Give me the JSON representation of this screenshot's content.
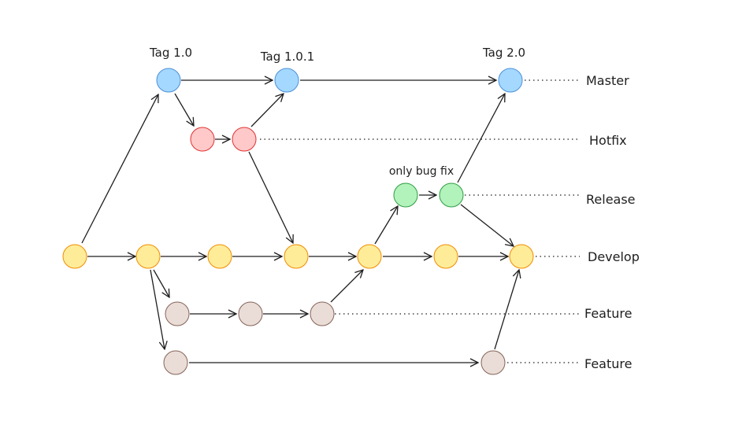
{
  "branches": {
    "master": "Master",
    "hotfix": "Hotfix",
    "release": "Release",
    "develop": "Develop",
    "feature_1": "Feature",
    "feature_2": "Feature"
  },
  "tags": {
    "tag_1_0": "Tag 1.0",
    "tag_1_0_1": "Tag 1.0.1",
    "tag_2_0": "Tag 2.0"
  },
  "notes": {
    "release_note": "only bug fix"
  },
  "colors": {
    "master": "#a5d8ff",
    "master_stroke": "#4a90d9",
    "hotfix": "#ffc9c9",
    "hotfix_stroke": "#e03131",
    "release": "#b2f2bb",
    "release_stroke": "#2f9e44",
    "develop": "#ffec99",
    "develop_stroke": "#f08c00",
    "feature": "#eaddd7",
    "feature_stroke": "#846358"
  }
}
